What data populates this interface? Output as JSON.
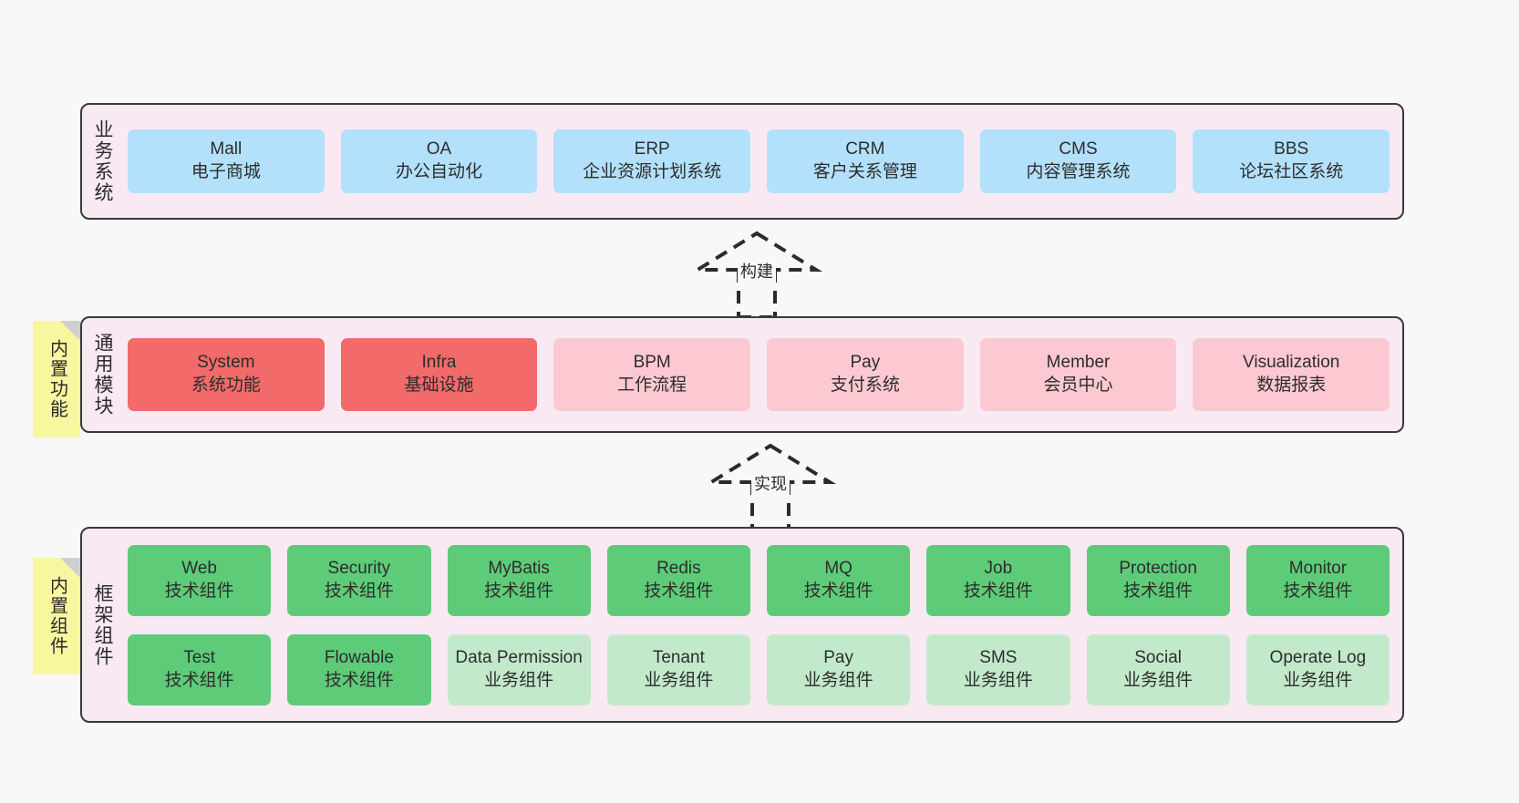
{
  "canvas": {
    "background": "#f8f8f8",
    "layer_fill": "#f9e9f3",
    "layer_border": "#3a3a3a",
    "note_fill": "#f8f7a0",
    "note_fold": "#cfcfcf",
    "colors": {
      "blue": "#b3e0fb",
      "red": "#f26a6a",
      "pink": "#fcc9d2",
      "green": "#5ecb79",
      "green_light": "#c3e9cb"
    }
  },
  "notes": [
    {
      "id": "builtin-features",
      "text": "内置功能"
    },
    {
      "id": "builtin-components",
      "text": "内置组件"
    }
  ],
  "arrows": [
    {
      "id": "build",
      "label": "构建",
      "style": "dashed-hollow-triangle",
      "direction": "up"
    },
    {
      "id": "realize",
      "label": "实现",
      "style": "dashed-hollow-triangle",
      "direction": "up"
    }
  ],
  "layers": [
    {
      "id": "business",
      "title": "业务系统",
      "rows": [
        {
          "cells": [
            {
              "en": "Mall",
              "cn": "电子商城",
              "color": "blue"
            },
            {
              "en": "OA",
              "cn": "办公自动化",
              "color": "blue"
            },
            {
              "en": "ERP",
              "cn": "企业资源计划系统",
              "color": "blue"
            },
            {
              "en": "CRM",
              "cn": "客户关系管理",
              "color": "blue"
            },
            {
              "en": "CMS",
              "cn": "内容管理系统",
              "color": "blue"
            },
            {
              "en": "BBS",
              "cn": "论坛社区系统",
              "color": "blue"
            }
          ]
        }
      ]
    },
    {
      "id": "modules",
      "title": "通用模块",
      "rows": [
        {
          "cells": [
            {
              "en": "System",
              "cn": "系统功能",
              "color": "red"
            },
            {
              "en": "Infra",
              "cn": "基础设施",
              "color": "red"
            },
            {
              "en": "BPM",
              "cn": "工作流程",
              "color": "pink"
            },
            {
              "en": "Pay",
              "cn": "支付系统",
              "color": "pink"
            },
            {
              "en": "Member",
              "cn": "会员中心",
              "color": "pink"
            },
            {
              "en": "Visualization",
              "cn": "数据报表",
              "color": "pink"
            }
          ]
        }
      ]
    },
    {
      "id": "framework",
      "title": "框架组件",
      "rows": [
        {
          "cells": [
            {
              "en": "Web",
              "cn": "技术组件",
              "color": "green"
            },
            {
              "en": "Security",
              "cn": "技术组件",
              "color": "green"
            },
            {
              "en": "MyBatis",
              "cn": "技术组件",
              "color": "green"
            },
            {
              "en": "Redis",
              "cn": "技术组件",
              "color": "green"
            },
            {
              "en": "MQ",
              "cn": "技术组件",
              "color": "green"
            },
            {
              "en": "Job",
              "cn": "技术组件",
              "color": "green"
            },
            {
              "en": "Protection",
              "cn": "技术组件",
              "color": "green"
            },
            {
              "en": "Monitor",
              "cn": "技术组件",
              "color": "green"
            }
          ]
        },
        {
          "cells": [
            {
              "en": "Test",
              "cn": "技术组件",
              "color": "green"
            },
            {
              "en": "Flowable",
              "cn": "技术组件",
              "color": "green"
            },
            {
              "en": "Data Permission",
              "cn": "业务组件",
              "color": "green_light"
            },
            {
              "en": "Tenant",
              "cn": "业务组件",
              "color": "green_light"
            },
            {
              "en": "Pay",
              "cn": "业务组件",
              "color": "green_light"
            },
            {
              "en": "SMS",
              "cn": "业务组件",
              "color": "green_light"
            },
            {
              "en": "Social",
              "cn": "业务组件",
              "color": "green_light"
            },
            {
              "en": "Operate Log",
              "cn": "业务组件",
              "color": "green_light"
            }
          ]
        }
      ]
    }
  ]
}
